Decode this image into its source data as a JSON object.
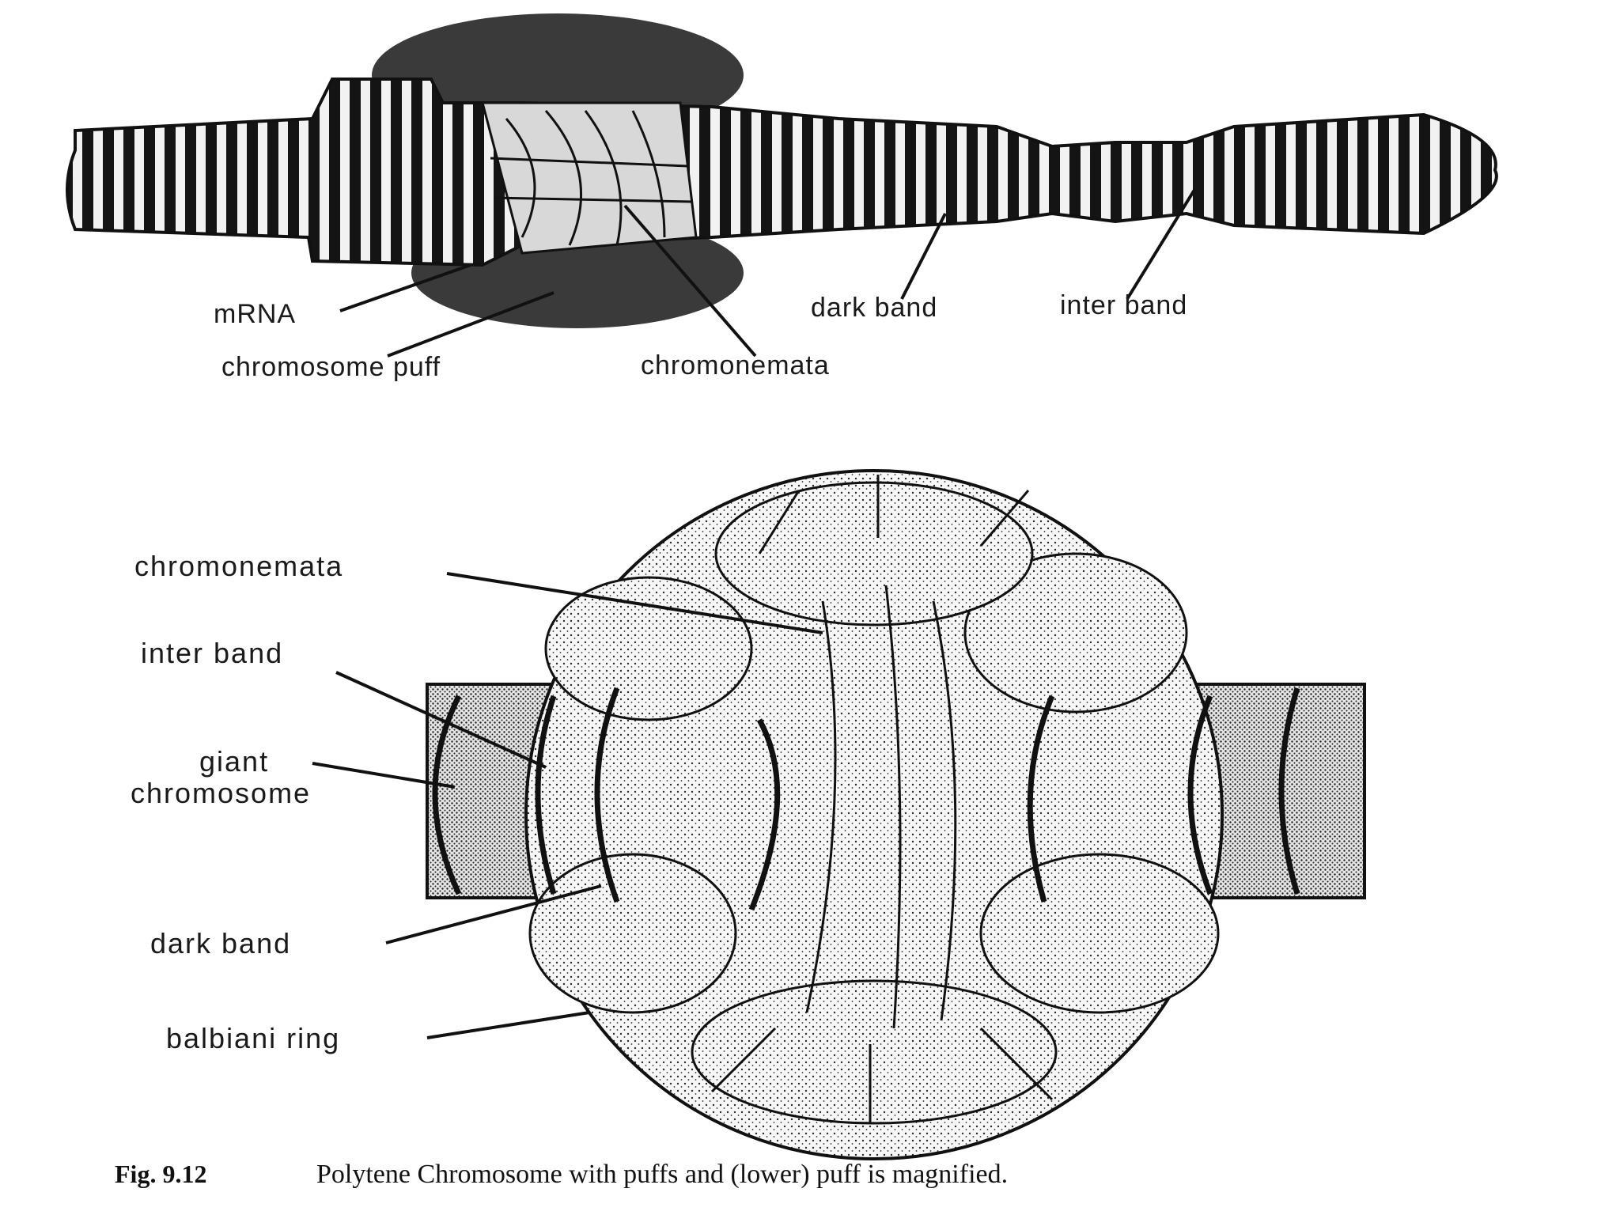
{
  "top_figure": {
    "labels": {
      "mrna": "mRNA",
      "chromosome_puff": "chromosome puff",
      "chromonemata": "chromonemata",
      "dark_band": "dark band",
      "inter_band": "inter band"
    }
  },
  "bottom_figure": {
    "labels": {
      "chromonemata": "chromonemata",
      "inter_band": "inter  band",
      "giant_line1": "giant",
      "giant_line2": "chromosome",
      "dark_band": "dark  band",
      "balbiani_ring": "balbiani  ring"
    }
  },
  "caption": {
    "figure_number": "Fig. 9.12",
    "text": "Polytene Chromosome with puffs and (lower) puff is magnified."
  },
  "colors": {
    "ink": "#111111",
    "paper": "#ffffff",
    "stipple": "#2a2a2a"
  }
}
